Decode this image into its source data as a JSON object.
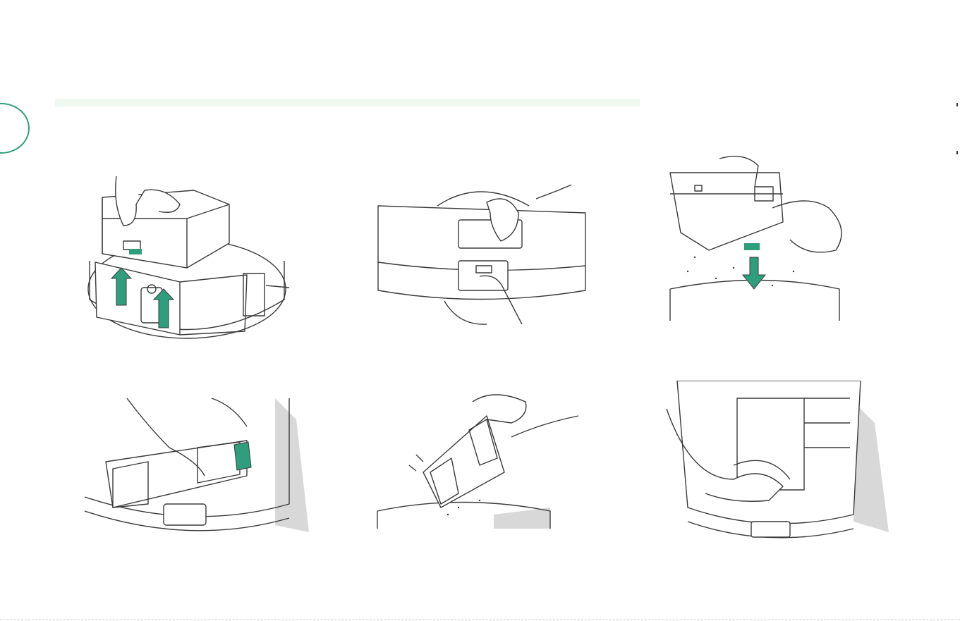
{
  "colors": {
    "accent": "#2f9e7c",
    "band": "#eef7f0",
    "line": "#3a3a3a",
    "shade": "#d8d8d8",
    "paper": "#ffffff"
  },
  "illustrations": [
    {
      "id": "step-1",
      "description_icon": "lift-dustbin-icon"
    },
    {
      "id": "step-2",
      "description_icon": "press-release-button-icon"
    },
    {
      "id": "step-3",
      "description_icon": "empty-dustbin-icon"
    },
    {
      "id": "step-4",
      "description_icon": "remove-filter-icon"
    },
    {
      "id": "step-5",
      "description_icon": "tap-filter-icon"
    },
    {
      "id": "step-6",
      "description_icon": "wipe-dustbin-icon"
    }
  ]
}
